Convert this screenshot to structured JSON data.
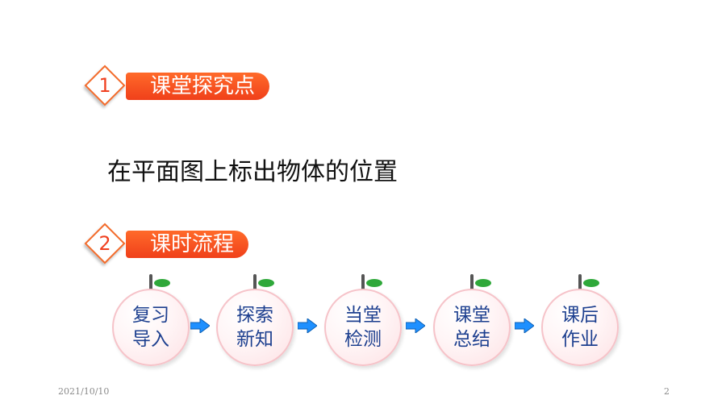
{
  "sections": [
    {
      "number": "1",
      "title": "课堂探究点"
    },
    {
      "number": "2",
      "title": "课时流程"
    }
  ],
  "topic": "在平面图上标出物体的位置",
  "flow": [
    {
      "label": "复习导入"
    },
    {
      "label": "探索新知"
    },
    {
      "label": "当堂检测"
    },
    {
      "label": "课堂总结"
    },
    {
      "label": "课后作业"
    }
  ],
  "footer": {
    "date": "2021/10/10",
    "page": "2"
  },
  "colors": {
    "accent": "#f04a1d",
    "flow_text": "#1d3f8f",
    "arrow": "#1e90ff",
    "leaf": "#2fa83a"
  }
}
